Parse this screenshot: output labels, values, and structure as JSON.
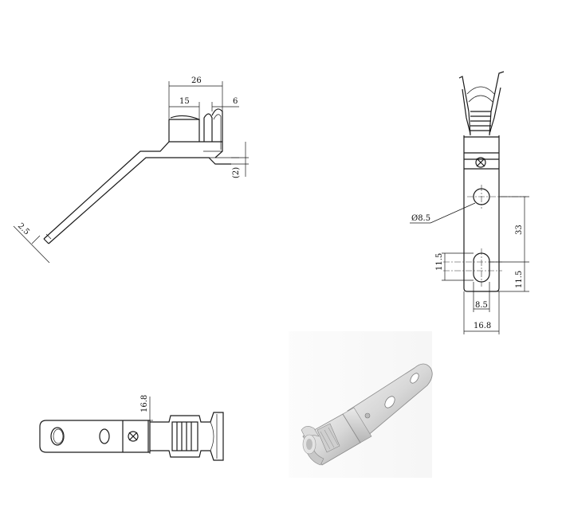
{
  "dimensions": {
    "side_total_width": "26",
    "side_body_width": "15",
    "side_slot_width": "6",
    "side_thickness": "(2)",
    "side_tab_width": "2.5",
    "front_hole_dia": "Ø8.5",
    "front_hole_spacing": "33",
    "front_slot_height": "11.5",
    "front_slot_height_right": "11.5",
    "front_slot_width": "8.5",
    "front_total_width": "16.8",
    "bottom_width": "16.8"
  },
  "views": [
    "side-view",
    "front-view",
    "bottom-view",
    "isometric-render"
  ],
  "colors": {
    "line": "#1a1a1a",
    "metal_light": "#e9e9e9",
    "metal_dark": "#9a9a9a"
  }
}
